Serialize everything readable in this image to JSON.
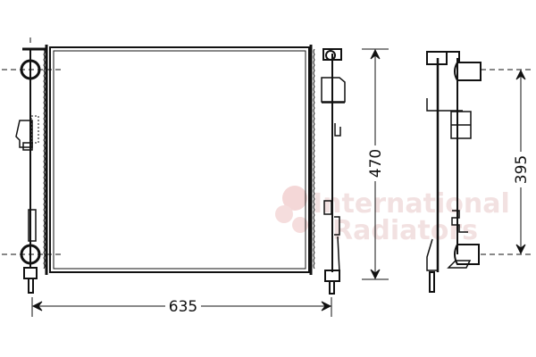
{
  "drawing": {
    "title": "Radiator technical drawing",
    "dimensions": {
      "width_label": "635",
      "height_label": "470",
      "side_height_label": "395"
    },
    "watermark": {
      "line1": "International",
      "line2": "Radiators",
      "color": "#e9c9c9"
    },
    "colors": {
      "line": "#111111",
      "background": "#ffffff"
    }
  }
}
